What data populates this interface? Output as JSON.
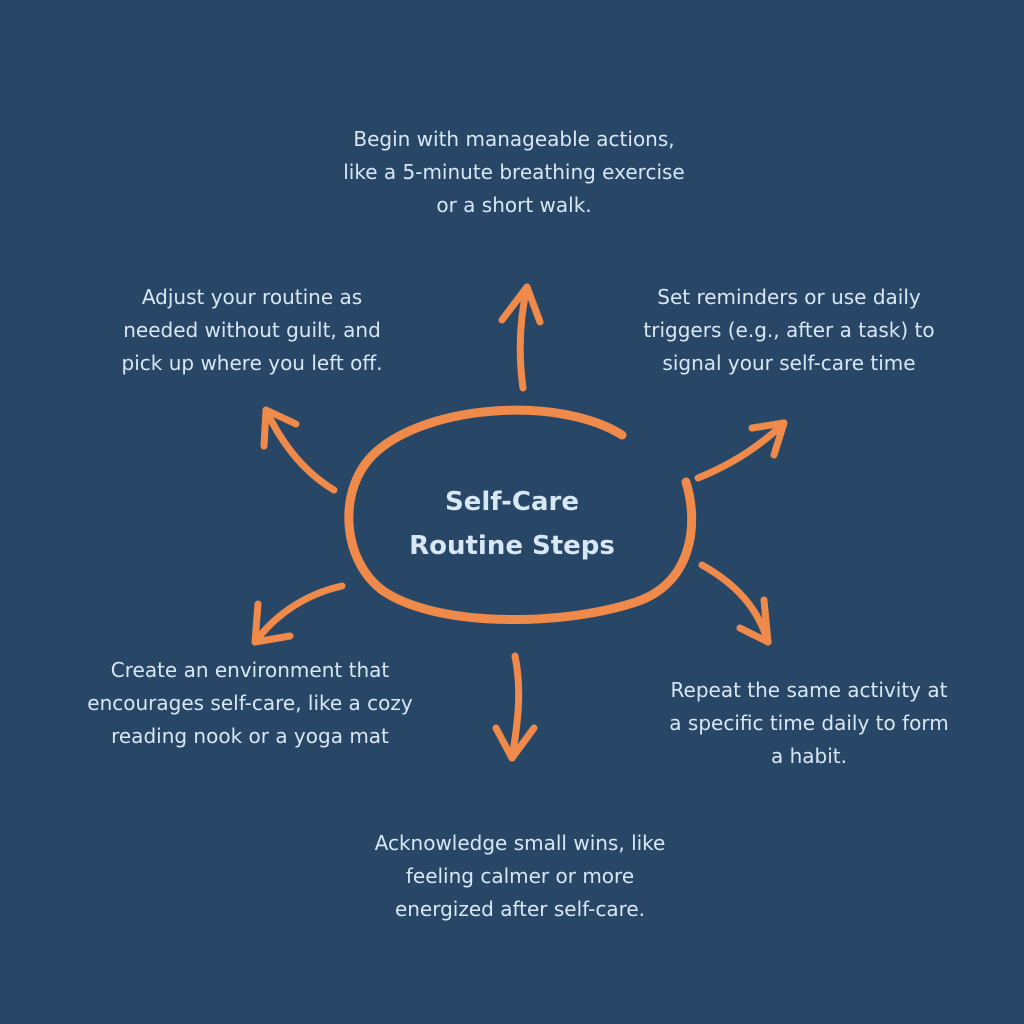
{
  "diagram": {
    "center_title": [
      "Self-Care",
      "Routine Steps"
    ],
    "steps": {
      "top": [
        "Begin with manageable actions,",
        "like a 5-minute breathing exercise",
        "or a short walk."
      ],
      "top_left": [
        "Adjust your routine as",
        "needed without guilt, and",
        "pick up where you left off."
      ],
      "top_right": [
        "Set reminders or use daily",
        "triggers (e.g., after a task) to",
        "signal your self-care time"
      ],
      "bottom_left": [
        "Create an environment that",
        "encourages self-care, like a cozy",
        "reading nook or a yoga mat"
      ],
      "bottom_right": [
        "Repeat the same activity at",
        "a specific time daily to form",
        "a habit."
      ],
      "bottom": [
        "Acknowledge small wins, like",
        "feeling calmer or more",
        "energized after self-care."
      ]
    },
    "colors": {
      "background": "#284767",
      "accent": "#f08a4b",
      "text": "#d8e7f4"
    }
  }
}
